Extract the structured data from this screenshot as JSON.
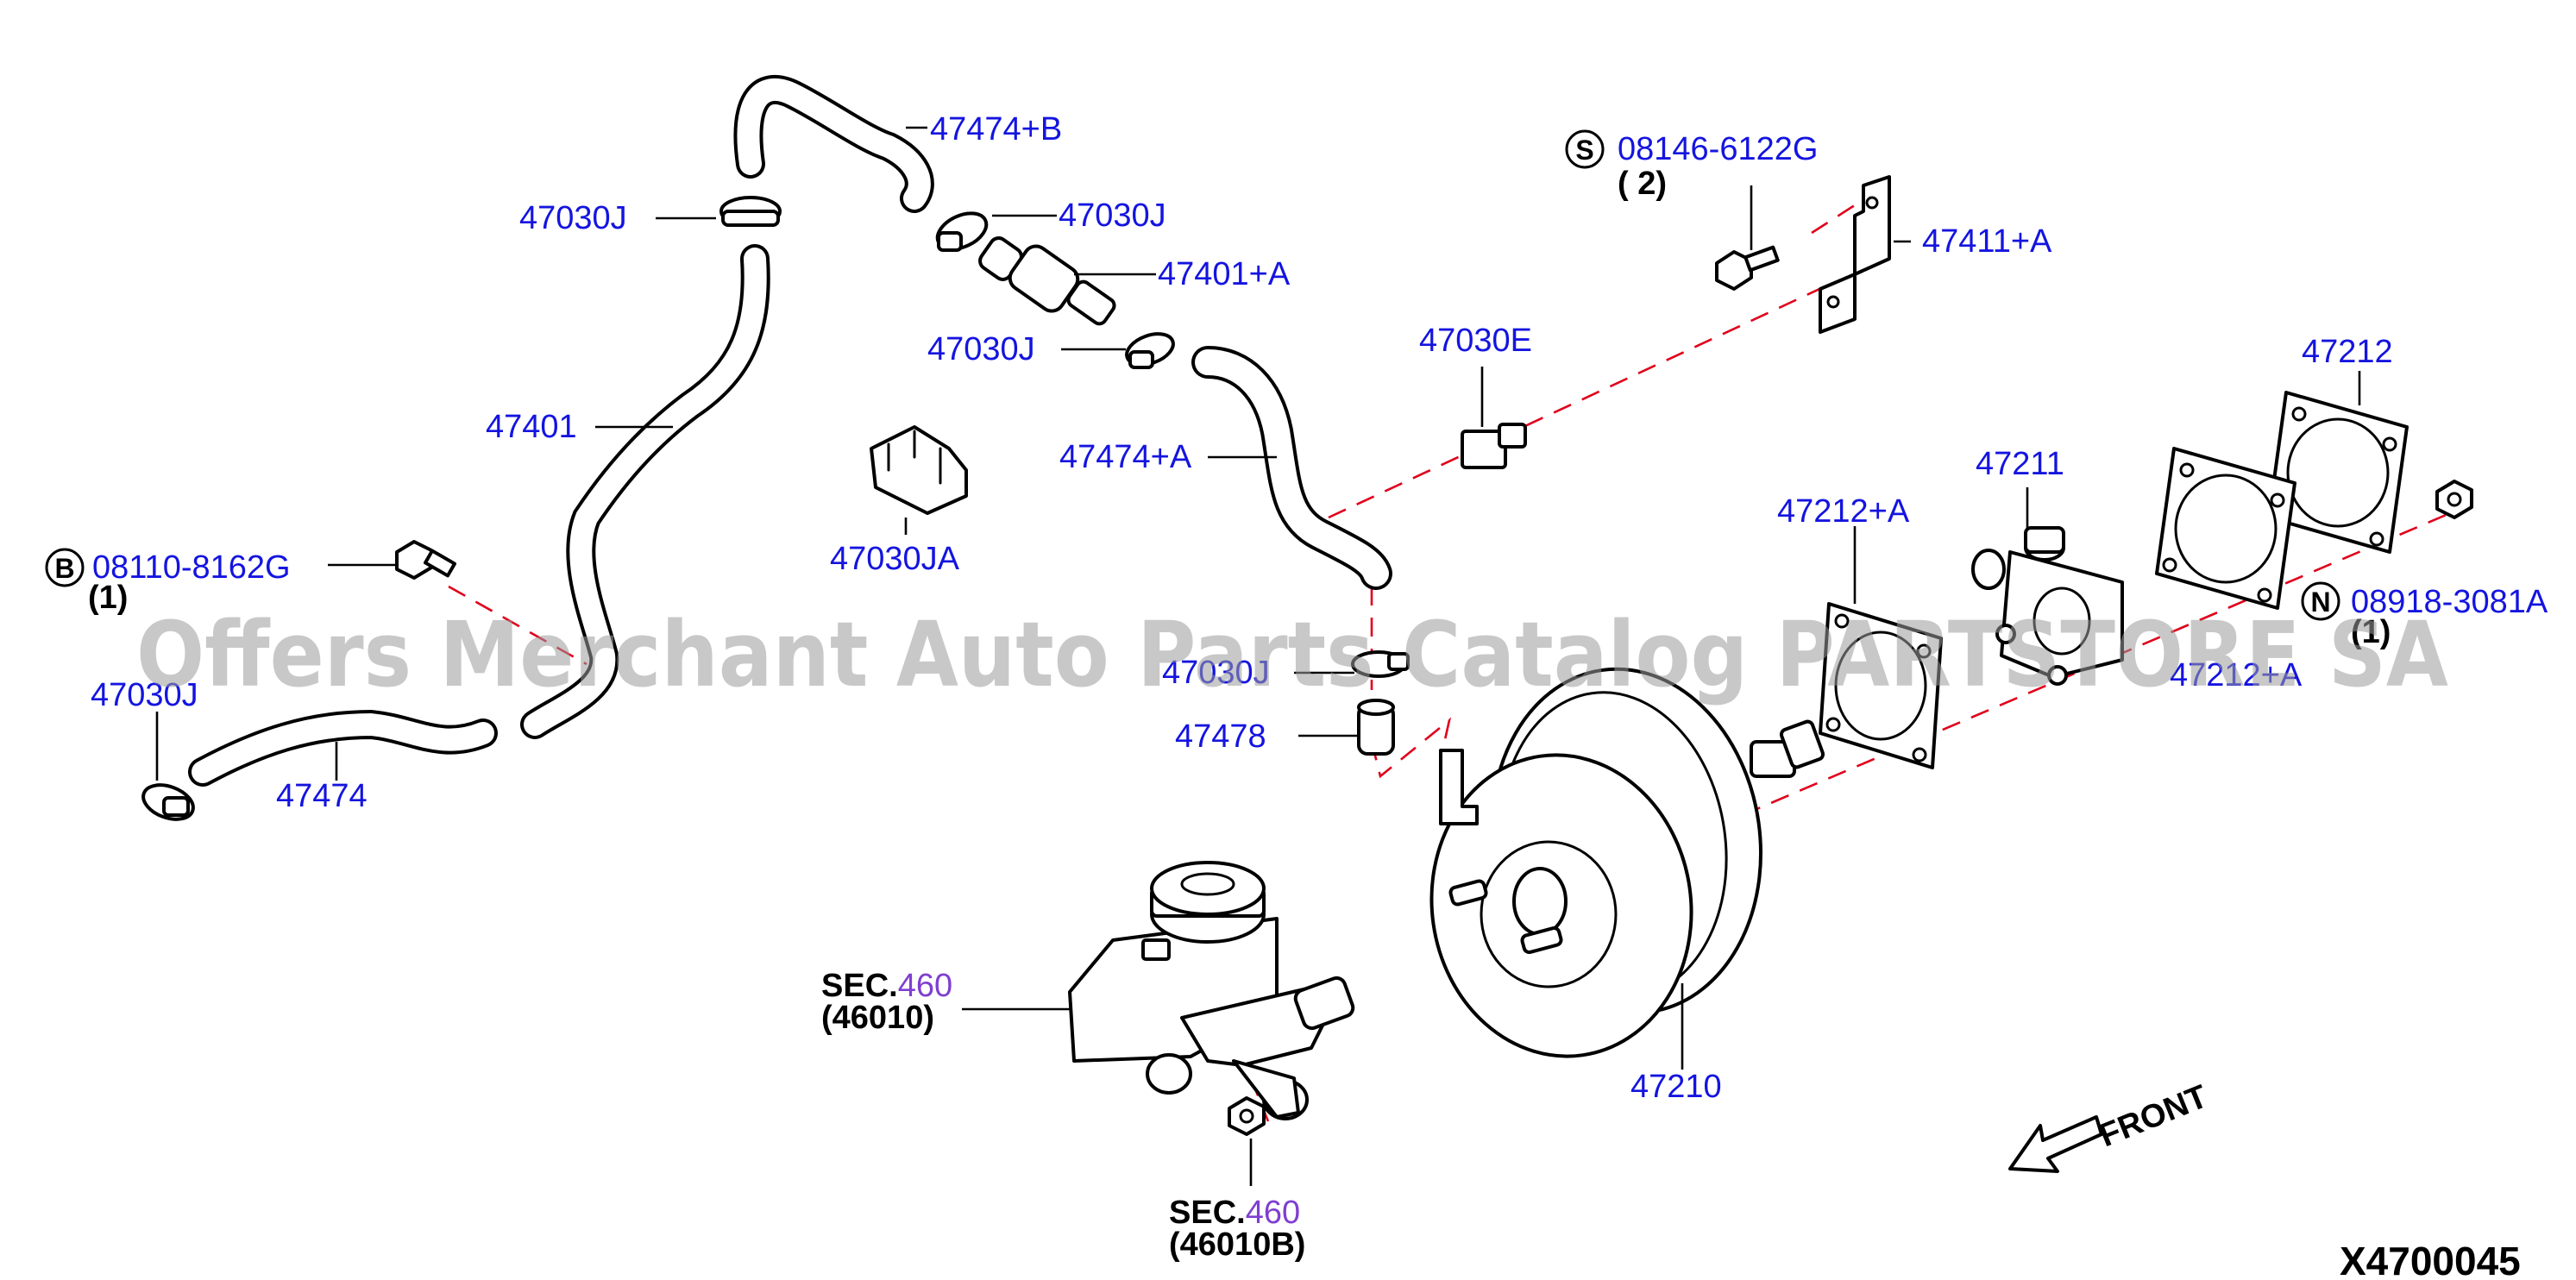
{
  "labels": {
    "p47474b": "47474+B",
    "p47030j_a": "47030J",
    "p47030j_b": "47030J",
    "p47401a": "47401+A",
    "p47030j_c": "47030J",
    "p47401": "47401",
    "p47030ja": "47030JA",
    "p47474a": "47474+A",
    "p47030e": "47030E",
    "p08146": "08146-6122G",
    "p08146_qty": "( 2)",
    "p47411a": "47411+A",
    "p47212": "47212",
    "p47211": "47211",
    "p47212a_a": "47212+A",
    "p08918": "08918-3081A",
    "p08918_qty": "(1)",
    "p47212a_b": "47212+A",
    "p08110": "08110-8162G",
    "p08110_qty": "(1)",
    "p47030j_d": "47030J",
    "p47474": "47474",
    "p47030j_e": "47030J",
    "p47478": "47478",
    "p47210": "47210",
    "sec1_prefix": "SEC.",
    "sec1_num": "460",
    "sec1_sub": "(46010)",
    "sec2_prefix": "SEC.",
    "sec2_num": "460",
    "sec2_sub": "(46010B)",
    "front": "FRONT",
    "diagram_code": "X4700045"
  },
  "symbols": {
    "s": "S",
    "b": "B",
    "n": "N"
  },
  "watermark": "Offers Merchant Auto Parts Catalog PARTSTORE SA",
  "colors": {
    "part_number": "#1414e0",
    "section_number": "#7f3fd0",
    "fit_line": "#e0001b",
    "watermark": "#9a9a9a"
  }
}
